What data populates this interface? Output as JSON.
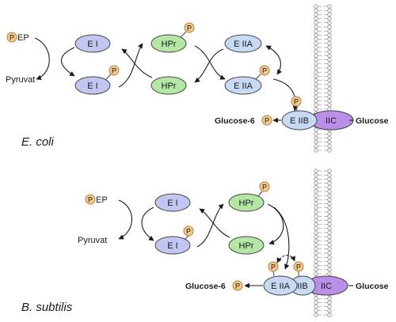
{
  "colors": {
    "ei": "#c4c6f2",
    "hpr": "#b4e6a6",
    "eiia": "#c8d9f4",
    "iic": "#b98fe8",
    "p": "#f4c98d",
    "p_stroke": "#b5803a",
    "stroke": "#444444",
    "membrane_bead": "#f0f0f0",
    "membrane_stroke": "#777777"
  },
  "common": {
    "pep_label": "EP",
    "phosphate": "P",
    "pyruvat": "Pyruvat",
    "ei": "E I",
    "hpr": "HPr",
    "glucose6": "Glucose-6",
    "glucose": "Glucose"
  },
  "ecoli": {
    "organism": "E. coli",
    "eiia": "E IIA",
    "eiib": "E IIB",
    "iic": "IIC"
  },
  "bsub": {
    "organism": "B. subtilis",
    "eiia": "E IIA",
    "iib": "IIB",
    "iic": "IIC"
  }
}
